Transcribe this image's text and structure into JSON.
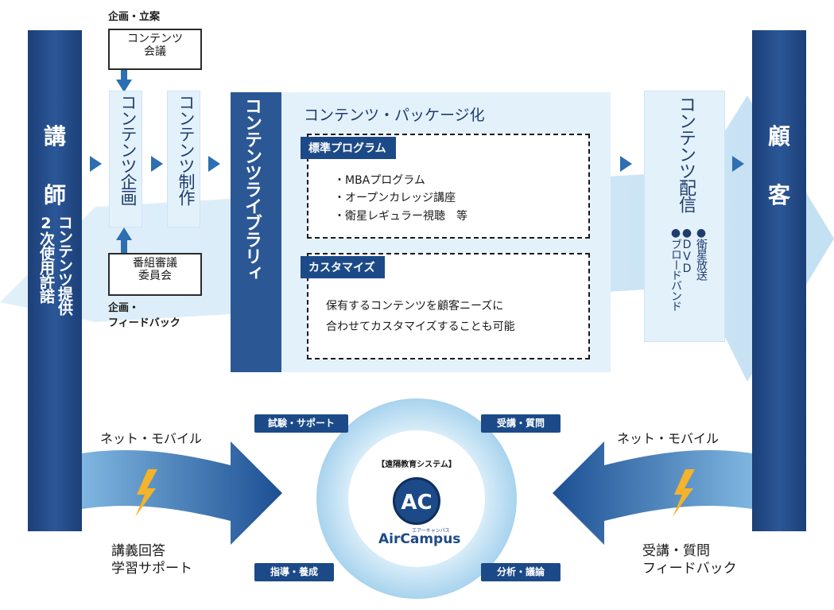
{
  "left_pillar": {
    "title_chars": [
      "講",
      "師"
    ],
    "sub_lines": [
      "コンテンツ提供",
      "2次使用許諾"
    ]
  },
  "right_pillar": {
    "title_chars": [
      "顧",
      "客"
    ]
  },
  "planning": {
    "top_label": "企画・立案",
    "meeting_box": [
      "コンテンツ",
      "会議"
    ],
    "planning_label": "コンテンツ企画",
    "production_label": "コンテンツ制作",
    "committee_box": [
      "番組審議",
      "委員会"
    ],
    "bottom_label": [
      "企画・",
      "フィードバック"
    ]
  },
  "library": {
    "label": "コンテンツライブラリィ",
    "package_title": "コンテンツ・パッケージ化",
    "standard": {
      "tag": "標準プログラム",
      "items": [
        "・MBAプログラム",
        "・オープンカレッジ講座",
        "・衛星レギュラー視聴　等"
      ]
    },
    "custom": {
      "tag": "カスタマイズ",
      "lines": [
        "保有するコンテンツを顧客ニーズに",
        "合わせてカスタマイズすることも可能"
      ]
    }
  },
  "delivery": {
    "title": "コンテンツ配信",
    "items": [
      "●衛星放送",
      "●DVD",
      "●ブロードバンド"
    ]
  },
  "bottom": {
    "left_top": "ネット・モバイル",
    "left_bottom": [
      "講義回答",
      "学習サポート"
    ],
    "right_top": "ネット・モバイル",
    "right_bottom": [
      "受講・質問",
      "フィードバック"
    ]
  },
  "cycle": {
    "tags": [
      "試験・サポート",
      "受講・質問",
      "指導・養成",
      "分析・議論"
    ],
    "system_label": "【遠隔教育システム】",
    "logo_text": "AC",
    "brand": "AirCampus",
    "brand_ruby": "エアーキャンパス"
  },
  "colors": {
    "navy": "#1c3f77",
    "mid_blue": "#2b5895",
    "light_panel": "#e3f1fb",
    "arrow_blue": "#2d6fb0",
    "cycle_light": "#bfe0f3"
  }
}
